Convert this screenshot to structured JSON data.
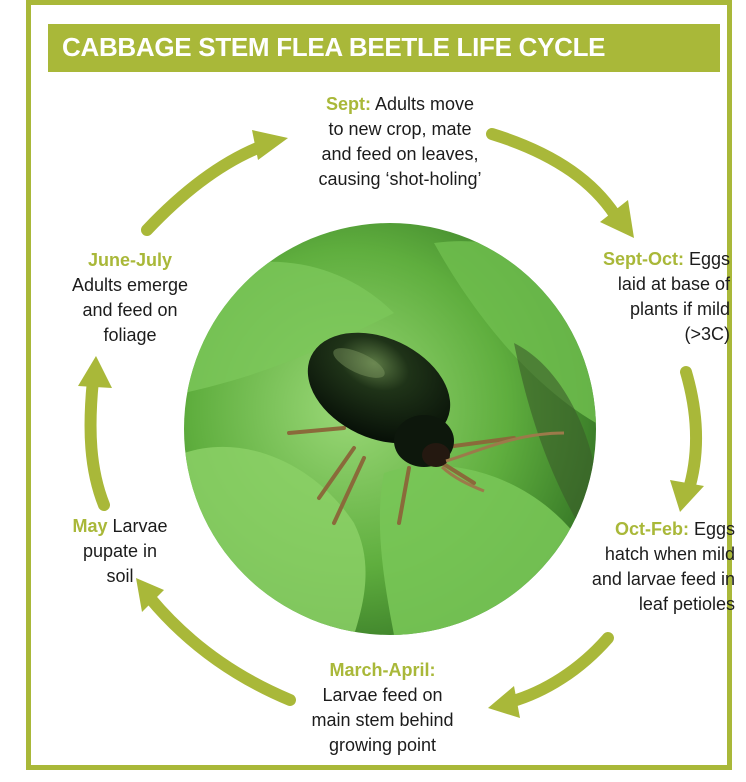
{
  "title": "CABBAGE STEM FLEA BEETLE LIFE CYCLE",
  "colors": {
    "accent": "#a9b839",
    "leaf_light": "#8ed36a",
    "leaf_mid": "#5aa73a",
    "leaf_dark": "#2f6e22",
    "beetle": "#12200f"
  },
  "stages": [
    {
      "label": "Sept:",
      "lines": [
        "Adults move",
        "to new crop, mate",
        "and feed on leaves,",
        "causing ‘shot-holing’"
      ]
    },
    {
      "label": "Sept-Oct:",
      "lines": [
        "Eggs",
        "laid at base of",
        "plants if mild",
        "(>3C)"
      ]
    },
    {
      "label": "Oct-Feb:",
      "lines": [
        "Eggs",
        "hatch when mild",
        "and larvae feed in",
        "leaf petioles"
      ]
    },
    {
      "label": "March-April:",
      "lines": [
        "Larvae feed on",
        "main stem behind",
        "growing point"
      ]
    },
    {
      "label": "May",
      "lines": [
        "Larvae",
        "pupate in",
        "soil"
      ]
    },
    {
      "label": "June-July",
      "lines": [
        "Adults emerge",
        "and feed on",
        "foliage"
      ]
    }
  ],
  "photo": {
    "subject": "flea-beetle-on-leaf"
  }
}
